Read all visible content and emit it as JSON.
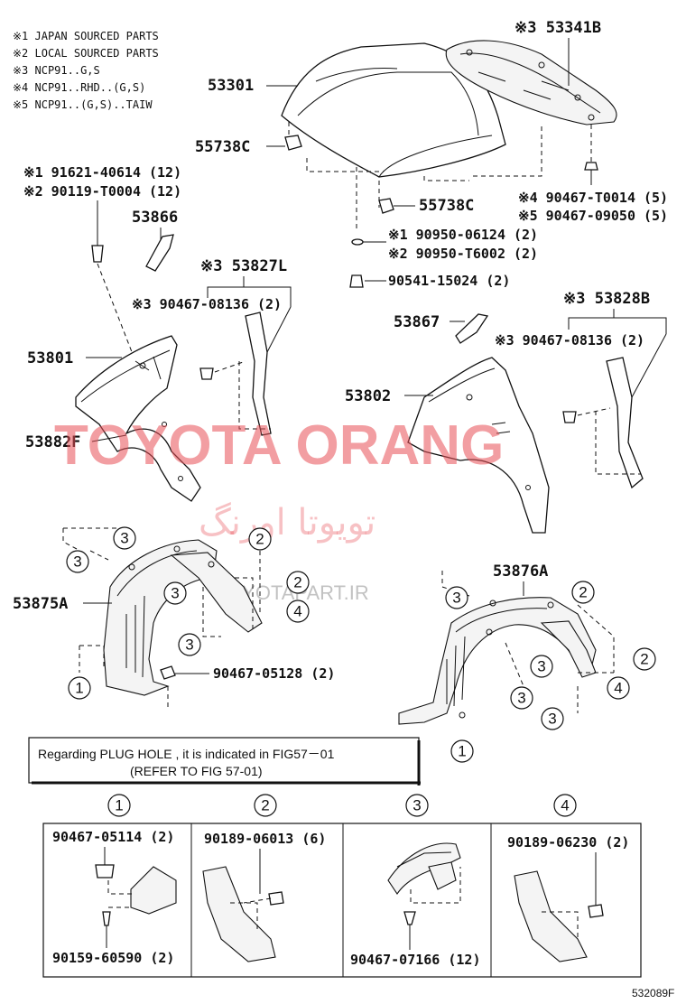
{
  "notes": [
    "※1 JAPAN SOURCED PARTS",
    "※2 LOCAL SOURCED PARTS",
    "※3 NCP91..G,S",
    "※4 NCP91..RHD..(G,S)",
    "※5 NCP91..(G,S)..TAIW"
  ],
  "labels": {
    "p53341b": "※3 53341B",
    "p53301": "53301",
    "p55738c_left": "55738C",
    "p55738c_right": "55738C",
    "p90467_t0014": "※4 90467-T0014 (5)",
    "p90467_09050": "※5 90467-09050 (5)",
    "p91621": "※1 91621-40614 (12)",
    "p90119": "※2 90119-T0004 (12)",
    "p90950_06124": "※1  90950-06124 (2)",
    "p90950_t6002": "※2  90950-T6002 (2)",
    "p53866": "53866",
    "p53827l": "※3 53827L",
    "p90541": "90541-15024 (2)",
    "p90467_08136_left": "※3 90467-08136 (2)",
    "p53828b": "※3 53828B",
    "p53867": "53867",
    "p90467_08136_right": "※3 90467-08136 (2)",
    "p53801": "53801",
    "p53802": "53802",
    "p53882f": "53882F",
    "p53876a": "53876A",
    "p53875a": "53875A",
    "p90467_05128": "90467-05128 (2)"
  },
  "callouts": [
    "1",
    "2",
    "3",
    "4"
  ],
  "plug_note": {
    "line1": "Regarding  PLUG HOLE , it is indicated  in  FIG57－01",
    "line2": "(REFER TO FIG  57-01)"
  },
  "panels": [
    {
      "num": "1",
      "top": "90467-05114 (2)",
      "bottom": "90159-60590 (2)"
    },
    {
      "num": "2",
      "top": "90189-06013 (6)",
      "bottom": ""
    },
    {
      "num": "3",
      "top": "",
      "bottom": "90467-07166 (12)"
    },
    {
      "num": "4",
      "top": "90189-06230 (2)",
      "bottom": ""
    }
  ],
  "watermark": {
    "main": "TOYOTA ORANG",
    "persian": "تویوتا اورنگ",
    "url": "TOYOTAPART.IR"
  },
  "figure_id": "532089F"
}
